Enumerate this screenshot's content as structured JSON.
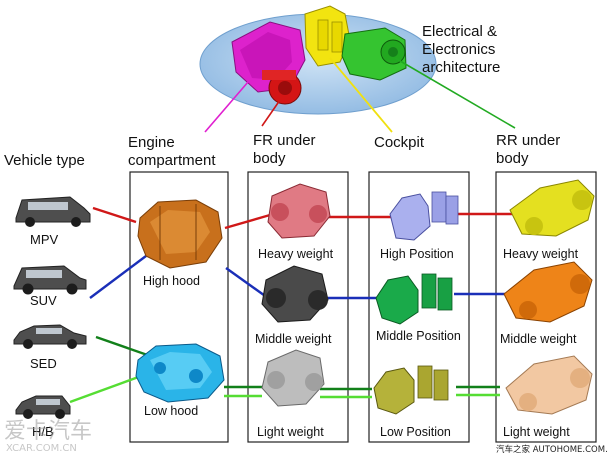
{
  "architecture_label": [
    "Electrical &",
    "Electronics",
    "architecture"
  ],
  "vehicle_type_label": "Vehicle type",
  "vehicles": [
    "MPV",
    "SUV",
    "SED",
    "H/B"
  ],
  "columns": [
    {
      "header": [
        "Engine",
        "compartment"
      ],
      "labels": [
        "High hood",
        "Low hood"
      ]
    },
    {
      "header": [
        "FR under",
        "body"
      ],
      "labels": [
        "Heavy weight",
        "Middle weight",
        "Light weight"
      ]
    },
    {
      "header": [
        "Cockpit"
      ],
      "labels": [
        "High Position",
        "Middle Position",
        "Low Position"
      ]
    },
    {
      "header": [
        "RR under",
        "body"
      ],
      "labels": [
        "Heavy weight",
        "Middle weight",
        "Light weight"
      ]
    }
  ],
  "watermark_left": [
    "爱卡汽车",
    "XCAR.COM.CN"
  ],
  "watermark_right": "汽车之家 AUTOHOME.COM.CN",
  "colors": {
    "red": "#d01818",
    "blue": "#1a2fb8",
    "dark_green": "#12801a",
    "light_green": "#55dd33",
    "magenta": "#e020d0",
    "yellow": "#f0e010",
    "green": "#22aa22",
    "ellipse": "#9fc6ea"
  }
}
